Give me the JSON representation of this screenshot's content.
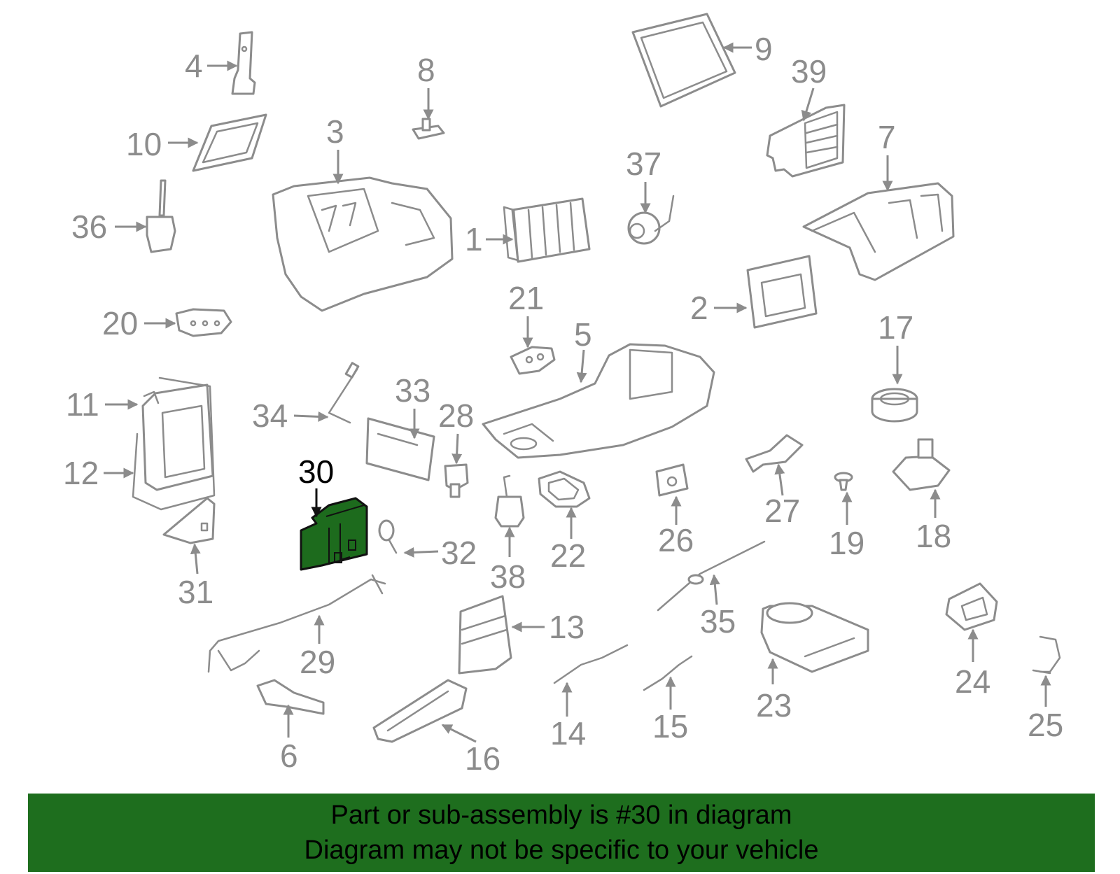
{
  "diagram": {
    "highlighted_part": "30",
    "colors": {
      "highlight_fill": "#1d6b1d",
      "banner_bg": "#1e6e1e",
      "line_gray": "#8c8c8c"
    },
    "callouts": {
      "c1": "1",
      "c2": "2",
      "c3": "3",
      "c4": "4",
      "c5": "5",
      "c6": "6",
      "c7": "7",
      "c8": "8",
      "c9": "9",
      "c10": "10",
      "c11": "11",
      "c12": "12",
      "c13": "13",
      "c14": "14",
      "c15": "15",
      "c16": "16",
      "c17": "17",
      "c18": "18",
      "c19": "19",
      "c20": "20",
      "c21": "21",
      "c22": "22",
      "c23": "23",
      "c24": "24",
      "c25": "25",
      "c26": "26",
      "c27": "27",
      "c28": "28",
      "c29": "29",
      "c30": "30",
      "c31": "31",
      "c32": "32",
      "c33": "33",
      "c34": "34",
      "c35": "35",
      "c36": "36",
      "c37": "37",
      "c38": "38",
      "c39": "39"
    }
  },
  "banner": {
    "line1": "Part or sub-assembly is #30 in diagram",
    "line2": "Diagram may not be specific to your vehicle"
  }
}
